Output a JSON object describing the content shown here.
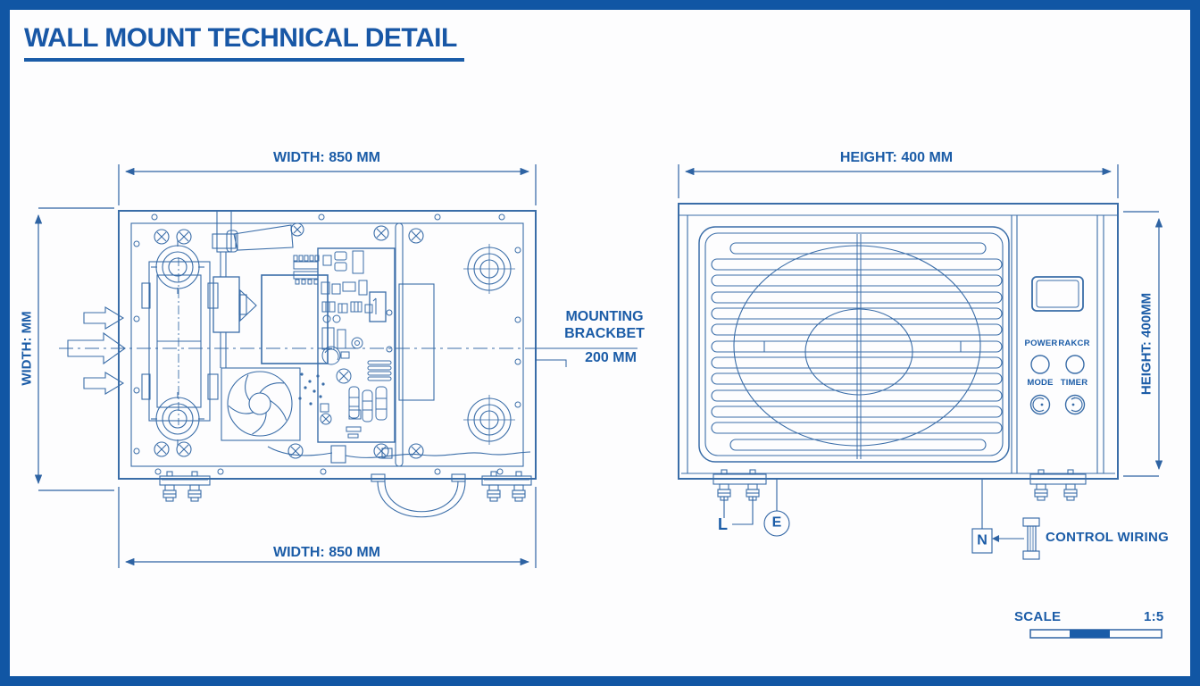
{
  "title": "WALL MOUNT TECHNICAL DETAIL",
  "colors": {
    "frame": "#1156a4",
    "accent": "#1a5ca8",
    "line": "#3a6da8"
  },
  "views": {
    "left": {
      "name": "internal plan view",
      "dim_top": "WIDTH: 850 MM",
      "dim_bottom": "WIDTH: 850 MM",
      "dim_side": "WIDTH: MM",
      "callout_line1": "MOUNTING",
      "callout_line2": "BRACKBET",
      "callout_dim": "200 MM"
    },
    "right": {
      "name": "front view",
      "dim_top": "HEIGHT: 400 MM",
      "dim_side": "HEIGHT: 400MM",
      "panel": {
        "power": "POWER",
        "record": "RAKCR",
        "mode": "MODE",
        "timer": "TIMER"
      }
    }
  },
  "wiring": {
    "l": "L",
    "e": "E",
    "n": "N",
    "label": "CONTROL WIRING"
  },
  "scale": {
    "label": "SCALE",
    "ratio": "1:5"
  }
}
